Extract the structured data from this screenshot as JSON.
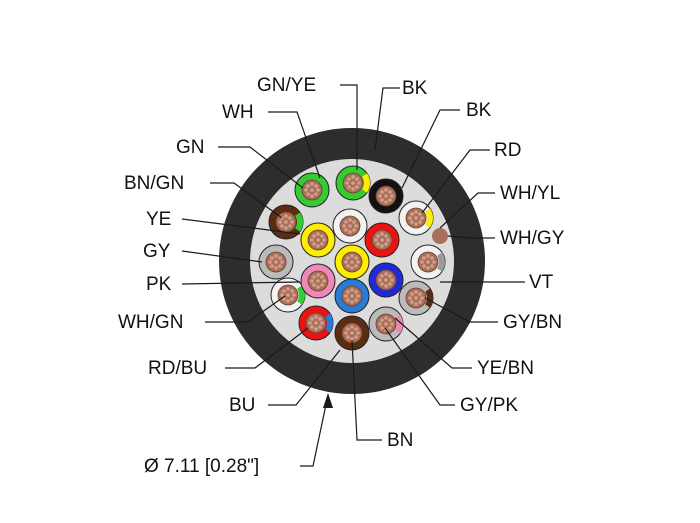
{
  "colors": {
    "jacket": "#2d2d2d",
    "filler": "#d9d9d9",
    "copper": "#a8705a",
    "background": "#ffffff"
  },
  "cores": [
    {
      "id": "gn-ye",
      "label": "GN/YE",
      "main": "#33cc33",
      "stripe": "#ffee00"
    },
    {
      "id": "wh",
      "label": "WH",
      "main": "#33cc33",
      "stripe": null
    },
    {
      "id": "bk",
      "label": "BK",
      "main": "#111111",
      "stripe": null
    },
    {
      "id": "bk2",
      "label": "BK",
      "main": "#f2f2f2",
      "stripe": null
    },
    {
      "id": "rd",
      "label": "RD",
      "main": "#f2f2f2",
      "stripe": "#ffee00"
    },
    {
      "id": "wh-yl",
      "label": "WH/YL",
      "main": "#f2f2f2",
      "stripe": "#ffee00"
    },
    {
      "id": "wh-gy",
      "label": "WH/GY",
      "main": "#f2f2f2",
      "stripe": "#9a9a9a"
    },
    {
      "id": "vt",
      "label": "VT",
      "main": "#f2f2f2",
      "stripe": null
    },
    {
      "id": "gy-bn",
      "label": "GY/BN",
      "main": "#bbbbbb",
      "stripe": "#5a2d12"
    },
    {
      "id": "ye-bn",
      "label": "YE/BN",
      "main": "#bbbbbb",
      "stripe": "#ee88bb"
    },
    {
      "id": "gy-pk",
      "label": "GY/PK",
      "main": "#bbbbbb",
      "stripe": "#ee88bb"
    },
    {
      "id": "bn",
      "label": "BN",
      "main": "#5a2d12",
      "stripe": null
    },
    {
      "id": "bu",
      "label": "BU",
      "main": "#ee1111",
      "stripe": "#2a7bd8"
    },
    {
      "id": "rd-bu",
      "label": "RD/BU",
      "main": "#ee1111",
      "stripe": "#2a7bd8"
    },
    {
      "id": "wh-gn",
      "label": "WH/GN",
      "main": "#f2f2f2",
      "stripe": "#33cc33"
    },
    {
      "id": "pk",
      "label": "PK",
      "main": "#ee88bb",
      "stripe": null
    },
    {
      "id": "gy",
      "label": "GY",
      "main": "#bbbbbb",
      "stripe": null
    },
    {
      "id": "ye",
      "label": "YE",
      "main": "#ffee00",
      "stripe": null
    },
    {
      "id": "bn-gn",
      "label": "BN/GN",
      "main": "#5a2d12",
      "stripe": "#33cc33"
    },
    {
      "id": "gn",
      "label": "GN",
      "main": "#33cc33",
      "stripe": null
    }
  ],
  "labels": {
    "gn_ye": "GN/YE",
    "wh": "WH",
    "gn": "GN",
    "bn_gn": "BN/GN",
    "ye": "YE",
    "gy": "GY",
    "pk": "PK",
    "wh_gn": "WH/GN",
    "rd_bu": "RD/BU",
    "bu": "BU",
    "bk1": "BK",
    "bk2": "BK",
    "rd": "RD",
    "wh_yl": "WH/YL",
    "wh_gy": "WH/GY",
    "vt": "VT",
    "gy_bn": "GY/BN",
    "ye_bn": "YE/BN",
    "gy_pk": "GY/PK",
    "bn": "BN",
    "diameter": "Ø 7.11 [0.28\"]"
  }
}
